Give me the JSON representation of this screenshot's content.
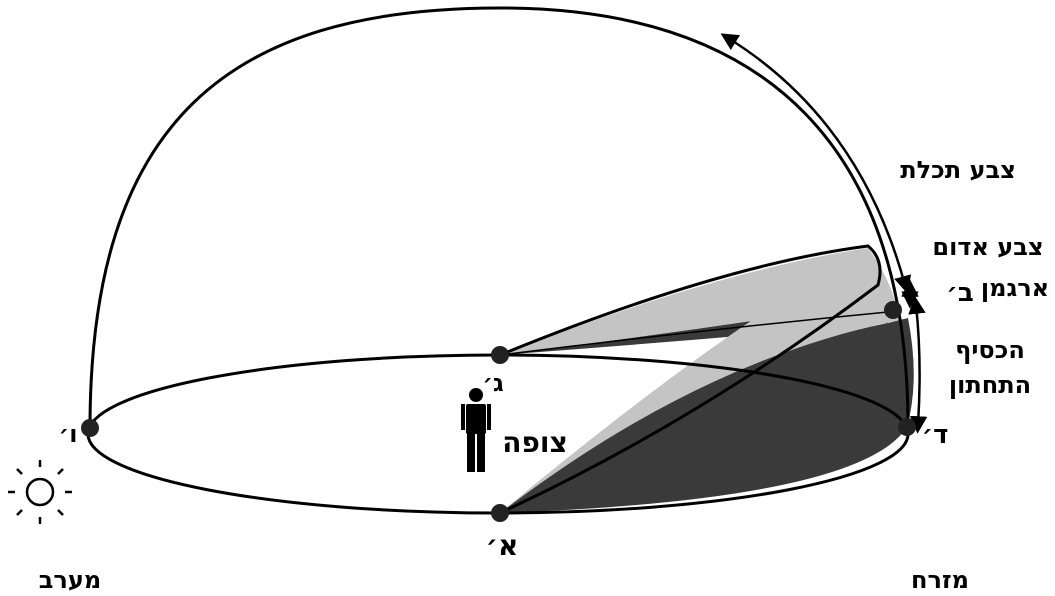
{
  "points": {
    "a": "א׳",
    "b": "ב׳",
    "g": "ג׳",
    "d": "ד׳",
    "v": "ו׳"
  },
  "labels": {
    "observer": "צופה",
    "west": "מערב",
    "east": "מזרח",
    "blue_sky": "צבע תכלת",
    "red_line1": "צבע אדום",
    "red_line2": "ארגמן",
    "lower_silver_line1": "הכסיף",
    "lower_silver_line2": "התחתון"
  },
  "colors": {
    "dark_shade": "#3a3a3a",
    "light_shade": "#c4c4c4",
    "ink": "#000000"
  },
  "icons": {
    "sun": "sun-icon",
    "observer": "person-icon"
  }
}
